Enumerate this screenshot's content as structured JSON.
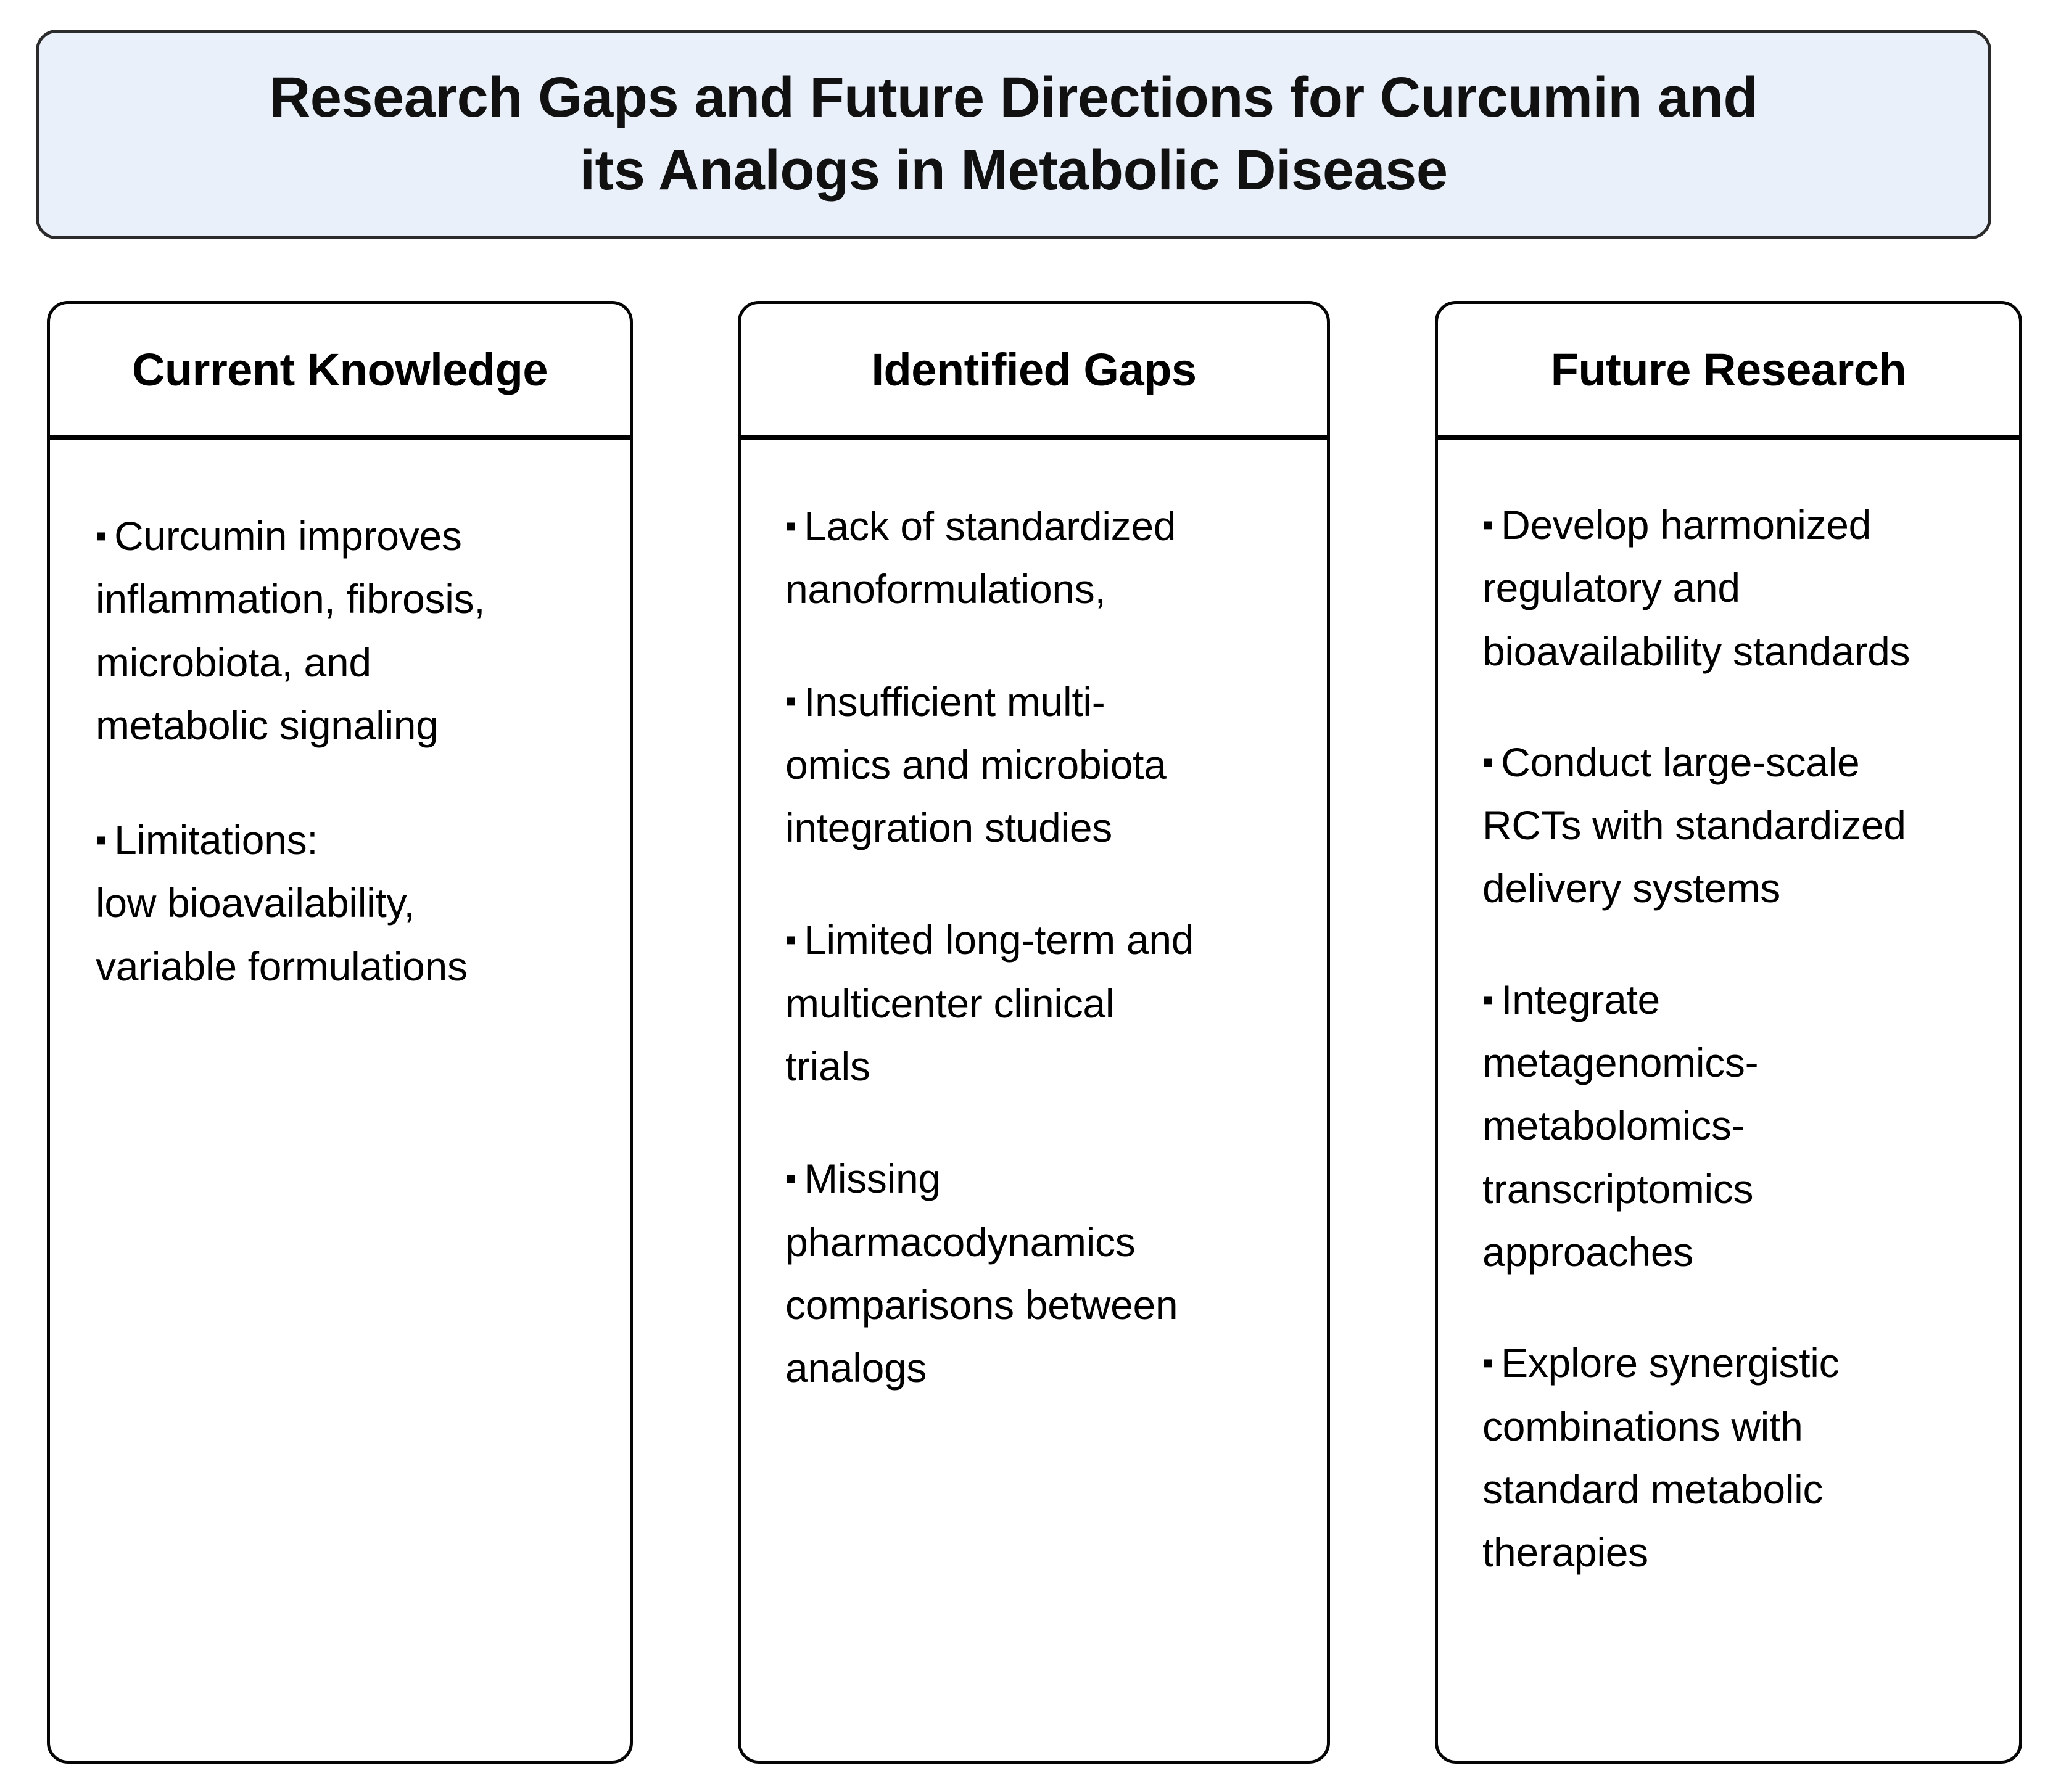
{
  "title": {
    "text": "Research Gaps and Future Directions for Curcumin and\nits Analogs in Metabolic Disease"
  },
  "colors": {
    "title_background": "#e9f0fa",
    "title_border": "#2b2b2b",
    "column_background": "#ffffff",
    "column_border": "#050505",
    "text": "#000000",
    "page_background": "#ffffff"
  },
  "bullet_glyph": "▪",
  "columns": [
    {
      "header": "Current Knowledge",
      "items": [
        "Curcumin improves\ninflammation, fibrosis,\nmicrobiota, and\nmetabolic signaling",
        "Limitations:\nlow bioavailability,\nvariable formulations"
      ]
    },
    {
      "header": "Identified Gaps",
      "items": [
        "Lack of standardized\nnanoformulations,",
        "Insufficient multi-\nomics and microbiota\nintegration studies",
        "Limited long-term and\nmulticenter clinical\ntrials",
        "Missing\npharmacodynamics\ncomparisons between\nanalogs"
      ]
    },
    {
      "header": "Future Research",
      "items": [
        "Develop harmonized\nregulatory and\nbioavailability standards",
        "Conduct large-scale\nRCTs with standardized\ndelivery systems",
        "Integrate\nmetagenomics-\nmetabolomics-\ntranscriptomics\napproaches",
        "Explore synergistic\ncombinations with\nstandard  metabolic\ntherapies"
      ]
    }
  ]
}
